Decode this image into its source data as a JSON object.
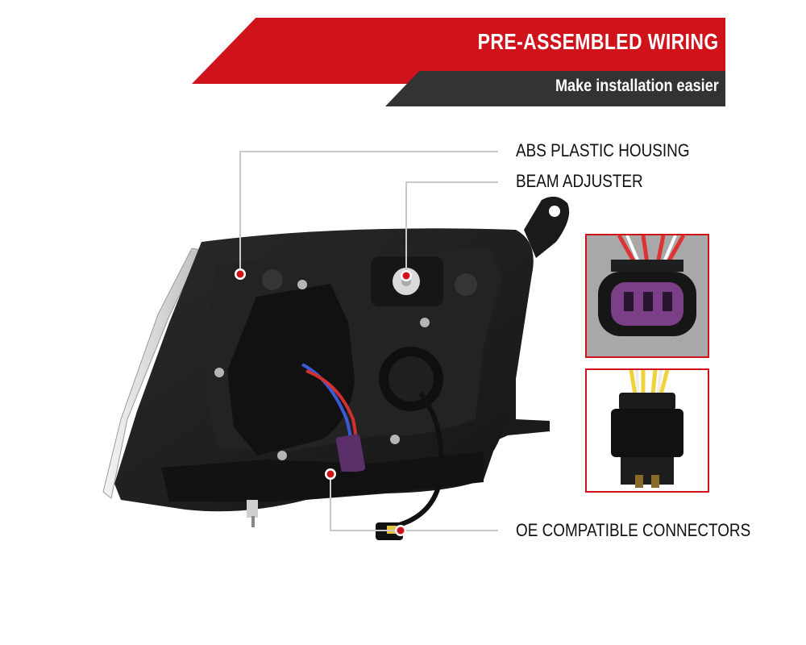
{
  "header": {
    "title": "PRE-ASSEMBLED WIRING",
    "subtitle": "Make installation easier"
  },
  "callouts": {
    "housing": "ABS PLASTIC HOUSING",
    "adjuster": "BEAM ADJUSTER",
    "connectors": "OE COMPATIBLE CONNECTORS"
  },
  "colors": {
    "accent_red": "#d0121b",
    "banner_dark": "#333333",
    "housing_black": "#1b1b1b",
    "connector_purple": "#7a3f86"
  },
  "icons": [
    "callout-dot-icon",
    "headlight-housing-image",
    "connector-inset-image"
  ]
}
